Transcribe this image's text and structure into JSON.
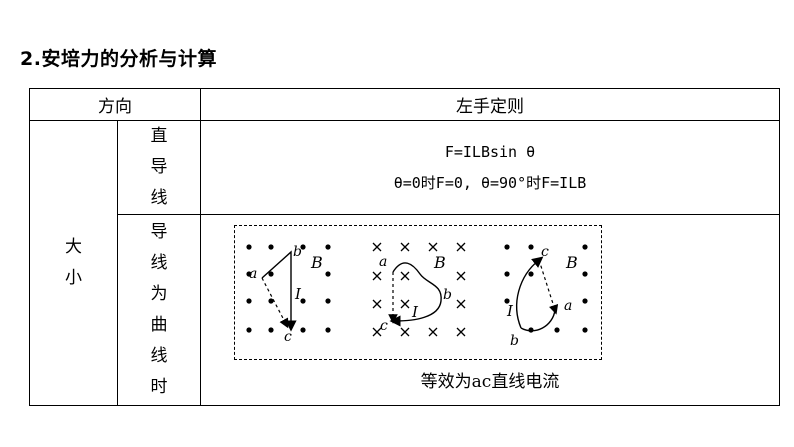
{
  "heading": "2.安培力的分析与计算",
  "table": {
    "direction_label": "方向",
    "direction_value": "左手定则",
    "size_label": [
      "大",
      "小"
    ],
    "straight_label": [
      "直",
      "导",
      "线"
    ],
    "straight_formula_1": "F=ILBsin θ",
    "straight_formula_2": "θ=0时F=0, θ=90°时F=ILB",
    "curve_label": [
      "导",
      "线",
      "为",
      "曲",
      "线",
      "时"
    ],
    "curve_caption": "等效为ac直线电流"
  },
  "diagram": {
    "panel1": {
      "a": "a",
      "b": "b",
      "c": "c",
      "I": "I",
      "B": "B"
    },
    "panel2": {
      "a": "a",
      "b": "b",
      "c": "c",
      "I": "I",
      "B": "B"
    },
    "panel3": {
      "a": "a",
      "b": "b",
      "c": "c",
      "I": "I",
      "B": "B"
    }
  }
}
